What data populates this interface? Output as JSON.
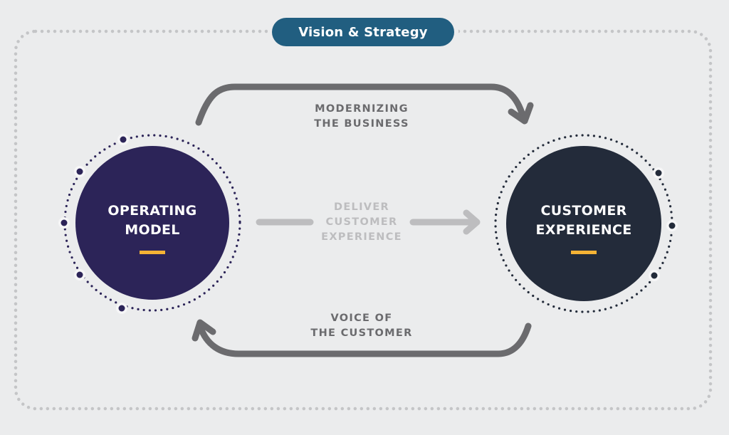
{
  "diagram": {
    "title": "Vision & Strategy",
    "nodes": [
      {
        "id": "operating-model",
        "line1": "OPERATING",
        "line2": "MODEL"
      },
      {
        "id": "customer-experience",
        "line1": "CUSTOMER",
        "line2": "EXPERIENCE"
      }
    ],
    "flows": {
      "top": {
        "line1": "MODERNIZING",
        "line2": "THE BUSINESS",
        "direction": "operating-model -> customer-experience"
      },
      "middle": {
        "line1": "DELIVER",
        "line2": "CUSTOMER",
        "line3": "EXPERIENCE",
        "direction": "operating-model -> customer-experience"
      },
      "bottom": {
        "line1": "VOICE OF",
        "line2": "THE CUSTOMER",
        "direction": "customer-experience -> operating-model"
      }
    },
    "colors": {
      "background": "#ebeced",
      "title_pill": "#215e80",
      "operating_model": "#2c2458",
      "customer_experience": "#232b3a",
      "accent": "#f5b335",
      "arrow_dark": "#6b6b6e",
      "arrow_light": "#bdbdbf",
      "frame_dots": "#c4c5c7",
      "ring_dots": "#2c2458"
    }
  }
}
